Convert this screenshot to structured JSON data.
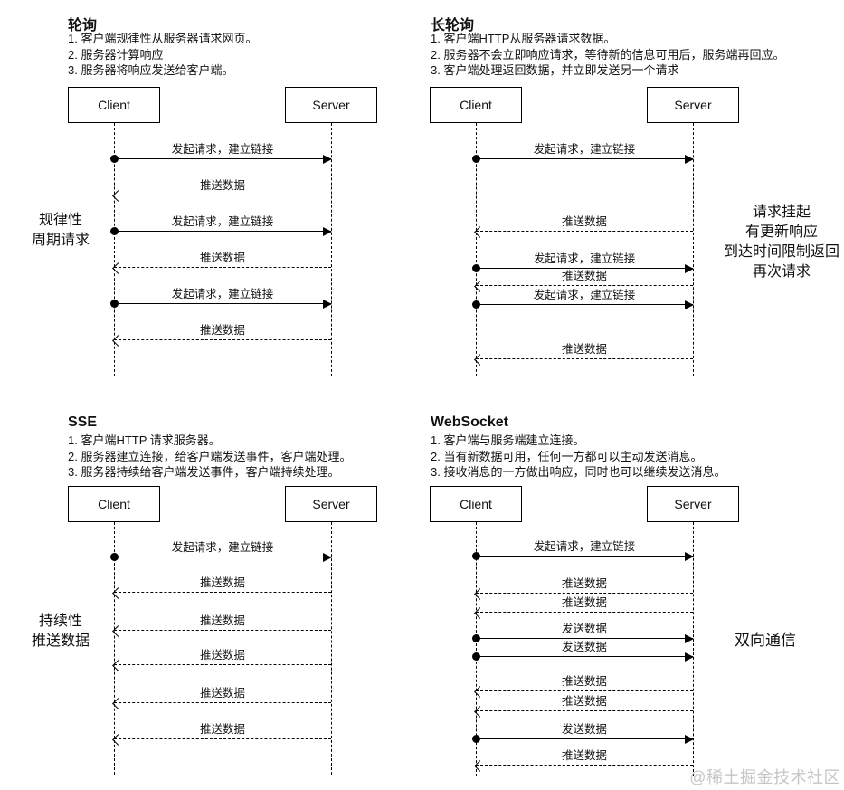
{
  "watermark": "@稀土掘金技术社区",
  "quadrants": [
    {
      "id": "polling",
      "title": "轮询",
      "desc": [
        "1. 客户端规律性从服务器请求网页。",
        "2. 服务器计算响应",
        "3. 服务器将响应发送给客户端。"
      ],
      "client": "Client",
      "server": "Server",
      "side_lines": [
        "规律性",
        "周期请求"
      ],
      "messages": [
        {
          "type": "request",
          "label": "发起请求，建立链接"
        },
        {
          "type": "push",
          "label": "推送数据"
        },
        {
          "type": "request",
          "label": "发起请求，建立链接"
        },
        {
          "type": "push",
          "label": "推送数据"
        },
        {
          "type": "request",
          "label": "发起请求，建立链接"
        },
        {
          "type": "push",
          "label": "推送数据"
        }
      ]
    },
    {
      "id": "long-polling",
      "title": "长轮询",
      "desc": [
        "1. 客户端HTTP从服务器请求数据。",
        "2. 服务器不会立即响应请求，等待新的信息可用后，服务端再回应。",
        "3. 客户端处理返回数据，并立即发送另一个请求"
      ],
      "client": "Client",
      "server": "Server",
      "side_lines": [
        "请求挂起",
        "有更新响应",
        "到达时间限制返回",
        "再次请求"
      ],
      "messages": [
        {
          "type": "request",
          "label": "发起请求，建立链接"
        },
        {
          "type": "push",
          "label": "推送数据"
        },
        {
          "type": "request",
          "label": "发起请求，建立链接"
        },
        {
          "type": "push",
          "label": "推送数据"
        },
        {
          "type": "request",
          "label": "发起请求，建立链接"
        },
        {
          "type": "push",
          "label": "推送数据"
        }
      ]
    },
    {
      "id": "sse",
      "title": "SSE",
      "desc": [
        "1. 客户端HTTP 请求服务器。",
        "2. 服务器建立连接，给客户端发送事件，客户端处理。",
        "3. 服务器持续给客户端发送事件，客户端持续处理。"
      ],
      "client": "Client",
      "server": "Server",
      "side_lines": [
        "持续性",
        "推送数据"
      ],
      "messages": [
        {
          "type": "request",
          "label": "发起请求，建立链接"
        },
        {
          "type": "push",
          "label": "推送数据"
        },
        {
          "type": "push",
          "label": "推送数据"
        },
        {
          "type": "push",
          "label": "推送数据"
        },
        {
          "type": "push",
          "label": "推送数据"
        },
        {
          "type": "push",
          "label": "推送数据"
        }
      ]
    },
    {
      "id": "websocket",
      "title": "WebSocket",
      "desc": [
        "1. 客户端与服务端建立连接。",
        "2. 当有新数据可用，任何一方都可以主动发送消息。",
        "3. 接收消息的一方做出响应，同时也可以继续发送消息。"
      ],
      "client": "Client",
      "server": "Server",
      "side_lines": [
        "双向通信"
      ],
      "messages": [
        {
          "type": "request",
          "label": "发起请求，建立链接"
        },
        {
          "type": "push",
          "label": "推送数据"
        },
        {
          "type": "push",
          "label": "推送数据"
        },
        {
          "type": "send",
          "label": "发送数据"
        },
        {
          "type": "send",
          "label": "发送数据"
        },
        {
          "type": "push",
          "label": "推送数据"
        },
        {
          "type": "push",
          "label": "推送数据"
        },
        {
          "type": "send",
          "label": "发送数据"
        },
        {
          "type": "push",
          "label": "推送数据"
        }
      ]
    }
  ]
}
